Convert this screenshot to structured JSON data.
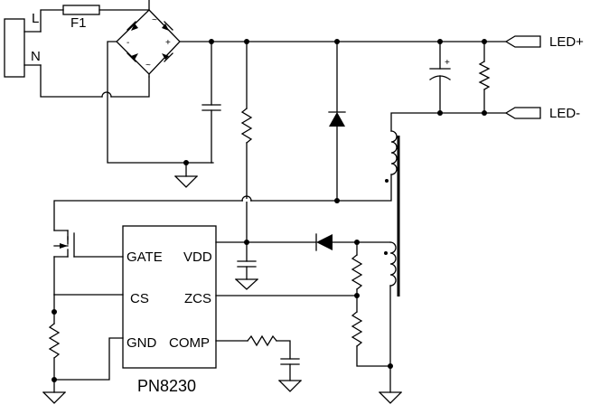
{
  "labels": {
    "line": "L",
    "neutral": "N",
    "fuse": "F1",
    "led_plus": "LED+",
    "led_minus": "LED-",
    "cap_polarity": "+",
    "bridge_ac_top": "~",
    "bridge_ac_bottom": "~",
    "bridge_neg": "-",
    "bridge_pos": "+",
    "ic_name": "PN8230"
  },
  "ic_pins": {
    "gate": "GATE",
    "vdd": "VDD",
    "cs": "CS",
    "zcs": "ZCS",
    "gnd": "GND",
    "comp": "COMP"
  }
}
